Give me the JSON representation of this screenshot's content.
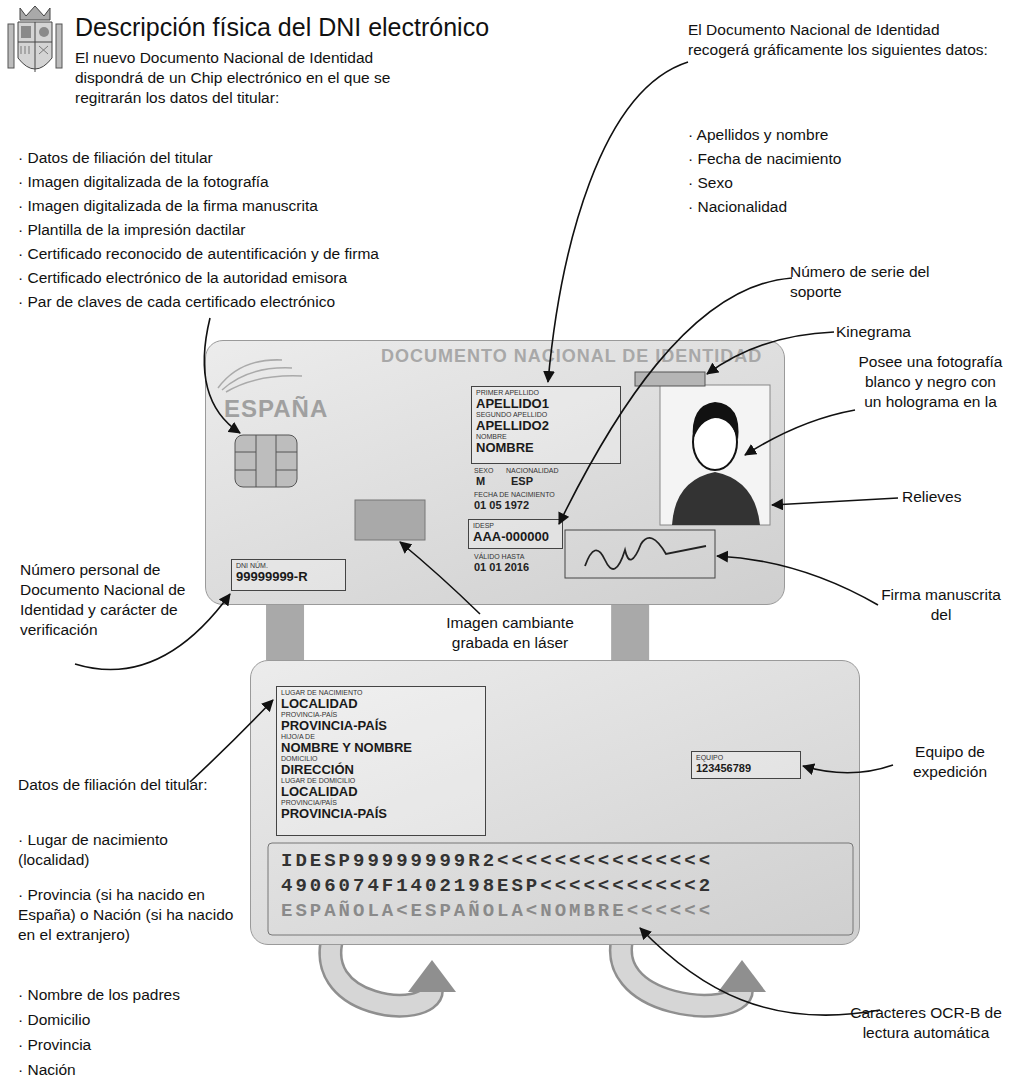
{
  "diagram": {
    "title": "Descripción física del DNI electrónico",
    "nodes": [
      {
        "text": [
          "DOCUMENTO NACIONAL DE IDENTIDAD",
          "ESPAÑA",
          "SEXO",
          "NACIONALIDAD",
          "M",
          "ESP",
          "FECHA DE NACIMIENTO",
          "01 05 1972",
          "VÁLIDO HASTA",
          "01 01 2016"
        ]
      },
      {
        "text": [
          "PRIMER APELLIDO",
          "APELLIDO1",
          "SEGUNDO APELLIDO",
          "APELLIDO2",
          "NOMBRE",
          "NOMBRE"
        ],
        "in": 0
      },
      {
        "text": [
          "IDESP",
          "AAA-000000"
        ],
        "in": 0
      },
      {
        "text": [
          "DNI NÚM.",
          "99999999-R"
        ],
        "in": 0
      },
      {
        "text": [
          "IDESP99999999R2<<<<<<<<<<<<<<<",
          "4906074F1402198ESP<<<<<<<<<<<2",
          "ESPAÑOLA<ESPAÑOLA<NOMBRE<<<<<<"
        ]
      },
      {
        "text": [
          "LUGAR DE NACIMIENTO",
          "LOCALIDAD",
          "PROVINCIA-PAÍS",
          "PROVINCIA-PAÍS",
          "HIJO/A DE",
          "NOMBRE Y NOMBRE",
          "DOMICILIO",
          "DIRECCIÓN",
          "LUGAR DE DOMICILIO",
          "LOCALIDAD",
          "PROVINCIA/PAÍS",
          "PROVINCIA-PAÍS"
        ],
        "in": 4
      },
      {
        "text": [
          "EQUIPO",
          "123456789"
        ],
        "in": 4
      }
    ],
    "edges": [
      {
        "from": 0,
        "to": 4,
        "arrow": "none"
      },
      {
        "from": 0,
        "to": 4,
        "arrow": "none"
      }
    ],
    "labels": [
      "El nuevo Documento Nacional de Identidad dispondrá de un Chip electrónico en el que se regitrarán los datos del titular:",
      "· Datos de filiación del titular",
      "· Imagen digitalizada de la fotografía",
      "· Imagen digitalizada de la firma manuscrita",
      "· Plantilla de la impresión dactilar",
      "· Certificado reconocido de autentificación y de firma",
      "· Certificado electrónico de la autoridad emisora",
      "· Par de claves de cada certificado electrónico",
      "El Documento Nacional de Identidad recogerá gráficamente los siguientes datos:",
      "· Apellidos y nombre",
      "· Fecha de nacimiento",
      "· Sexo",
      "· Nacionalidad",
      "Número de serie del soporte",
      "Kinegrama",
      "Posee una fotografía blanco y negro con un holograma en la",
      "Relieves",
      "Número personal de Documento Nacional de Identidad y carácter de verificación",
      "Imagen cambiante grabada en láser",
      "Firma manuscrita del",
      "Equipo de expedición",
      "Datos de filiación del titular:",
      "· Lugar de nacimiento (localidad)",
      "· Provincia (si ha nacido en España) o Nación (si ha nacido en el extranjero)",
      "· Nombre de los padres",
      "· Domicilio",
      "· Provincia",
      "· Nación",
      "Caracteres OCR-B de lectura automática"
    ]
  }
}
